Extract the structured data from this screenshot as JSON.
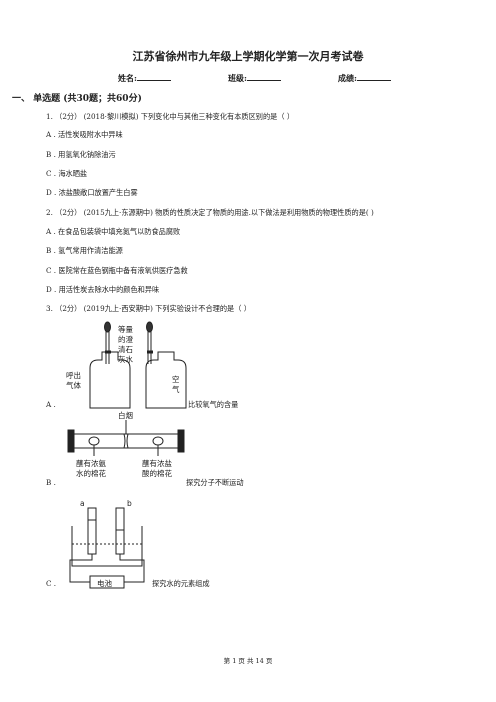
{
  "title": "江苏省徐州市九年级上学期化学第一次月考试卷",
  "info": {
    "name_label": "姓名:",
    "class_label": "班级:",
    "score_label": "成绩:"
  },
  "section": "一、  单选题 (共30题；共60分)",
  "questions": [
    {
      "stem": "1.  （2分）  (2018·黎川模拟) 下列变化中与其他三种变化有本质区别的是（      ）",
      "options": [
        "A . 活性炭吸附水中异味",
        "B . 用氢氧化钠除油污",
        "C . 海水晒盐",
        "D . 浓盐酸敞口放置产生白雾"
      ]
    },
    {
      "stem": "2.  （2分）  (2015九上·东源期中) 物质的性质决定了物质的用途.以下做法是利用物质的物理性质的是(      )",
      "options": [
        "A . 在食品包装袋中填充氮气以防食品腐败",
        "B . 氢气常用作清洁能源",
        "C . 医院常在蓝色钢瓶中备有液氧供医疗急救",
        "D . 用活性炭去除水中的颜色和异味"
      ]
    },
    {
      "stem": "3.  （2分）  (2019九上·西安期中) 下列实验设计不合理的是（      ）",
      "options": [
        "A .",
        "B .",
        "C ."
      ]
    }
  ],
  "figures": {
    "a": {
      "caption": "比较氧气的含量",
      "labels": [
        "等量",
        "的澄",
        "清石",
        "灰水",
        "呼出",
        "气体",
        "空",
        "气"
      ]
    },
    "b": {
      "caption": "探究分子不断运动",
      "top_label": "白烟",
      "left_label": [
        "蘸有浓氨",
        "水的棉花"
      ],
      "right_label": [
        "蘸有浓盐",
        "酸的棉花"
      ]
    },
    "c": {
      "caption": "探究水的元素组成",
      "left_tube": "a",
      "right_tube": "b",
      "battery": "电池"
    }
  },
  "footer": "第 1 页 共 14 页"
}
